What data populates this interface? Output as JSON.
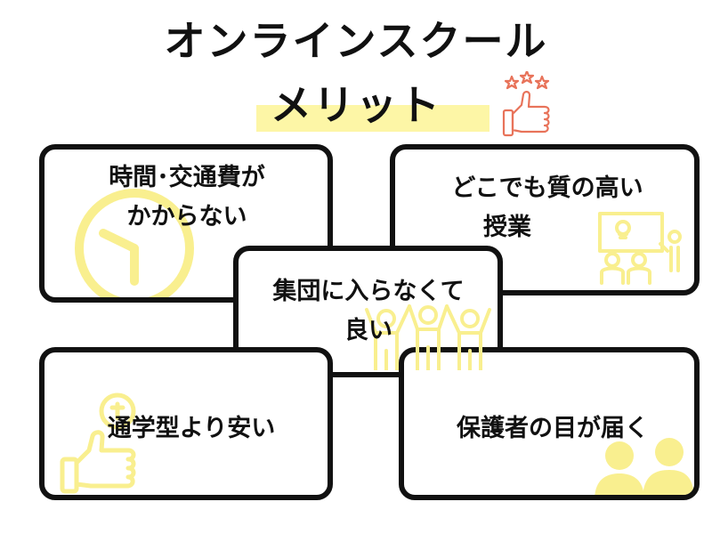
{
  "title": {
    "line1": "オンラインスクール",
    "line2": "メリット"
  },
  "cards": [
    {
      "line1": "時間･交通費が",
      "line2": "かからない",
      "icon": "clock-icon"
    },
    {
      "line1": "どこでも質の高い",
      "line2": "授業",
      "icon": "presentation-icon"
    },
    {
      "line1": "集団に入らなくて",
      "line2": "良い",
      "icon": "people-group-icon"
    },
    {
      "line1": "通学型より安い",
      "icon": "thumbs-up-coin-icon"
    },
    {
      "line1": "保護者の目が届く",
      "icon": "parents-icon"
    }
  ],
  "colors": {
    "accent": "#fdf6a6",
    "icon_yellow": "#f9ef8f",
    "badge": "#e8735a",
    "border": "#111111"
  }
}
